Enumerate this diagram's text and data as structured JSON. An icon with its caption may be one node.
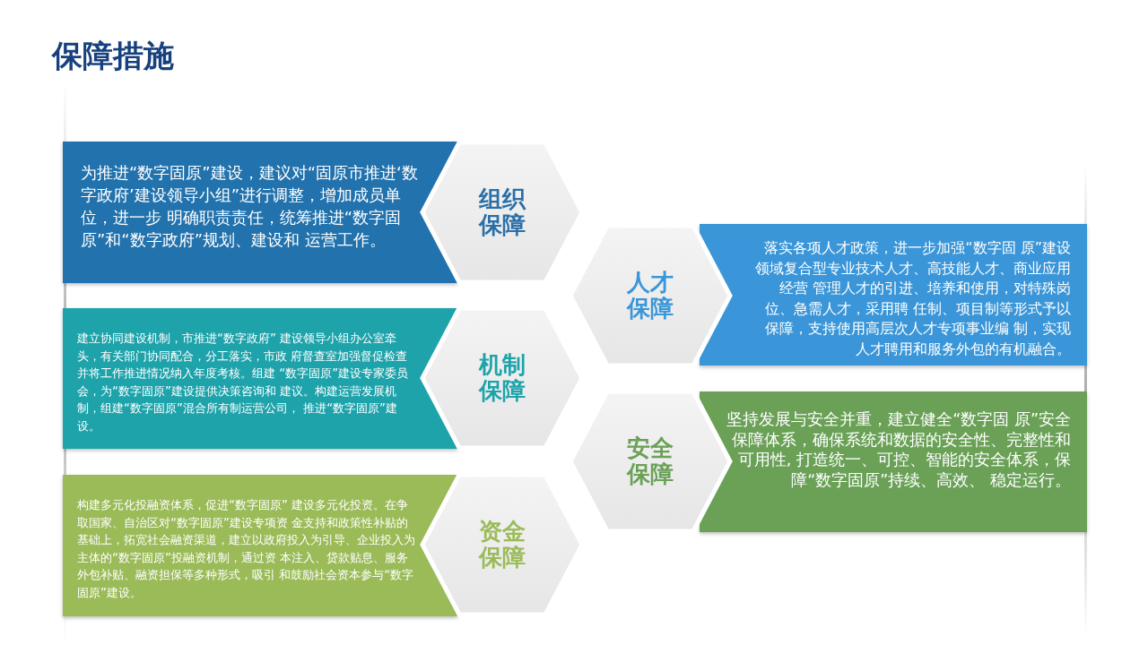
{
  "diagram": {
    "title": "保障措施",
    "nodes": [
      {
        "text": [
          "为推进“数字固原”建设，建议对“固原市推进‘数字政府’建设领导小组”进行调整，增加成员单位，进一步 明确职责责任，统筹推进“数字固原”和“数字政府”规划、建设和 运营工作。"
        ]
      },
      {
        "text": [
          "组织保障"
        ]
      },
      {
        "text": [
          "人才保障"
        ]
      },
      {
        "text": [
          "落实各项人才政策，进一步加强“数字固 原”建设领域复合型专业技术人才、高技能人才、商业应用经营 管理人才的引进、培养和使用，对特殊岗位、急需人才，采用聘 任制、项目制等形式予以保障，支持使用高层次人才专项事业编 制，实现人才聘用和服务外包的有机融合。"
        ]
      },
      {
        "text": [
          "建立协同建设机制，市推进“数字政府” 建设领导小组办公室牵头，有关部门协同配合，分工落实，市政 府督查室加强督促检查并将工作推进情况纳入年度考核。组建 “数字固原”建设专家委员会，为“数字固原”建设提供决策咨询和 建议。构建运营发展机制，组建“数字固原”混合所有制运营公司， 推进“数字固原”建设。"
        ]
      },
      {
        "text": [
          "机制保障"
        ]
      },
      {
        "text": [
          "安全保障"
        ]
      },
      {
        "text": [
          "坚持发展与安全并重，建立健全“数字固 原”安全保障体系，确保系统和数据的安全性、完整性和可用性, 打造统一、可控、智能的安全体系，保障“数字固原”持续、高效、 稳定运行。"
        ]
      },
      {
        "text": [
          "构建多元化投融资体系，促进“数字固原” 建设多元化投资。在争取国家、自治区对“数字固原”建设专项资 金支持和政策性补贴的基础上，拓宽社会融资渠道，建立以政府投入为引导、企业投入为主体的“数字固原”投融资机制，通过资 本注入、贷款贴息、服务外包补贴、融资担保等多种形式，吸引 和鼓励社会资本参与“数字固原”建设。"
        ]
      },
      {
        "text": [
          "资金保障"
        ]
      }
    ],
    "edges": []
  }
}
